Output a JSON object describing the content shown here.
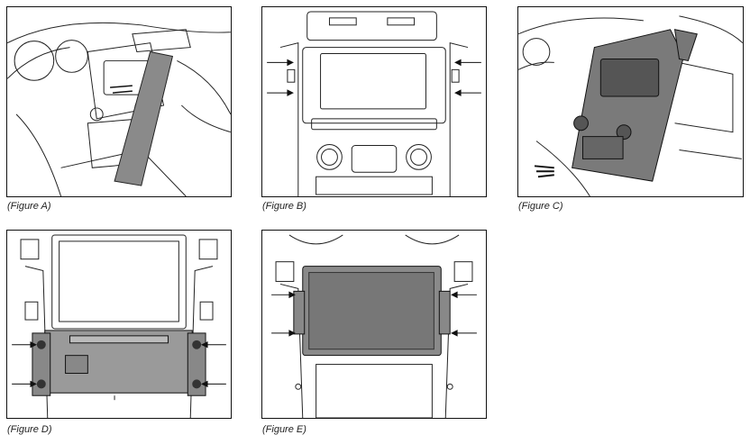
{
  "figures": [
    {
      "id": "A",
      "caption": "(Figure A)"
    },
    {
      "id": "B",
      "caption": "(Figure B)"
    },
    {
      "id": "C",
      "caption": "(Figure C)"
    },
    {
      "id": "D",
      "caption": "(Figure D)"
    },
    {
      "id": "E",
      "caption": "(Figure E)"
    }
  ]
}
